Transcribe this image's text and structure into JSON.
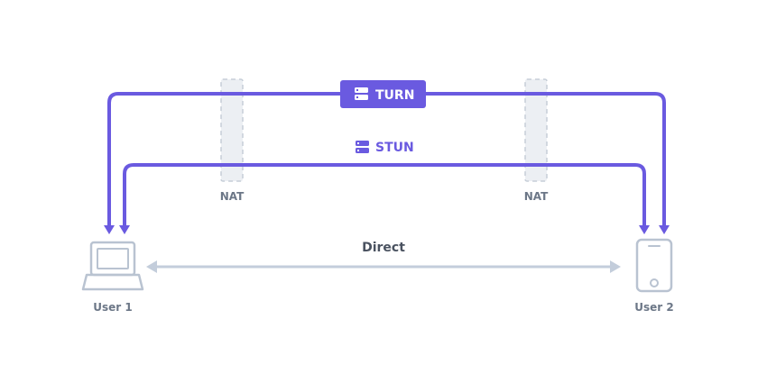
{
  "nodes": {
    "user1": {
      "label": "User 1"
    },
    "user2": {
      "label": "User 2"
    },
    "nat_left": {
      "label": "NAT"
    },
    "nat_right": {
      "label": "NAT"
    }
  },
  "paths": {
    "turn": {
      "label": "TURN",
      "icon": "server-icon"
    },
    "stun": {
      "label": "STUN",
      "icon": "server-icon"
    },
    "direct": {
      "label": "Direct"
    }
  },
  "colors": {
    "relay": "#6a5ae0",
    "direct": "#c3cddb",
    "device": "#b9c3d1",
    "nat_fill": "#eceff3",
    "nat_border": "#c6ced8",
    "muted_text": "#6c7787",
    "dark_text": "#4a5260"
  }
}
